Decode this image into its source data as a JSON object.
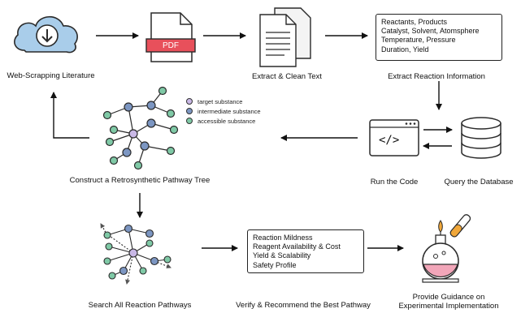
{
  "steps": {
    "web_scrapping": "Web-Scrapping Literature",
    "pdf_badge": "PDF",
    "extract_clean": "Extract & Clean Text",
    "extract_reaction": "Extract Reaction Information",
    "run_code": "Run the Code",
    "query_db": "Query the Database",
    "construct_tree": "Construct a Retrosynthetic Pathway Tree",
    "search_pathways": "Search All Reaction Pathways",
    "verify": "Verify & Recommend the Best Pathway",
    "guidance_line1": "Provide Guidance on",
    "guidance_line2": "Experimental Implementation",
    "code_glyph": "</>"
  },
  "reaction_info": [
    "Reactants, Products",
    "Catalyst, Solvent, Atomsphere",
    "Temperature, Pressure",
    "Duration, Yield"
  ],
  "criteria": [
    "Reaction Mildness",
    "Reagent Availability & Cost",
    "Yield & Scalability",
    "Safety Profile"
  ],
  "legend": [
    {
      "label": "target substance",
      "color": "#c9b8e6"
    },
    {
      "label": "intermediate substance",
      "color": "#7c96c2"
    },
    {
      "label": "accessible substance",
      "color": "#7fc9a6"
    }
  ],
  "colors": {
    "cloud": "#a9cdea",
    "cloud_stroke": "#2a2a2a",
    "pdf_red": "#e8505b",
    "db": "#ffffff",
    "flask_liquid": "#f2a6b9",
    "tube_liquid": "#f0a73a"
  }
}
